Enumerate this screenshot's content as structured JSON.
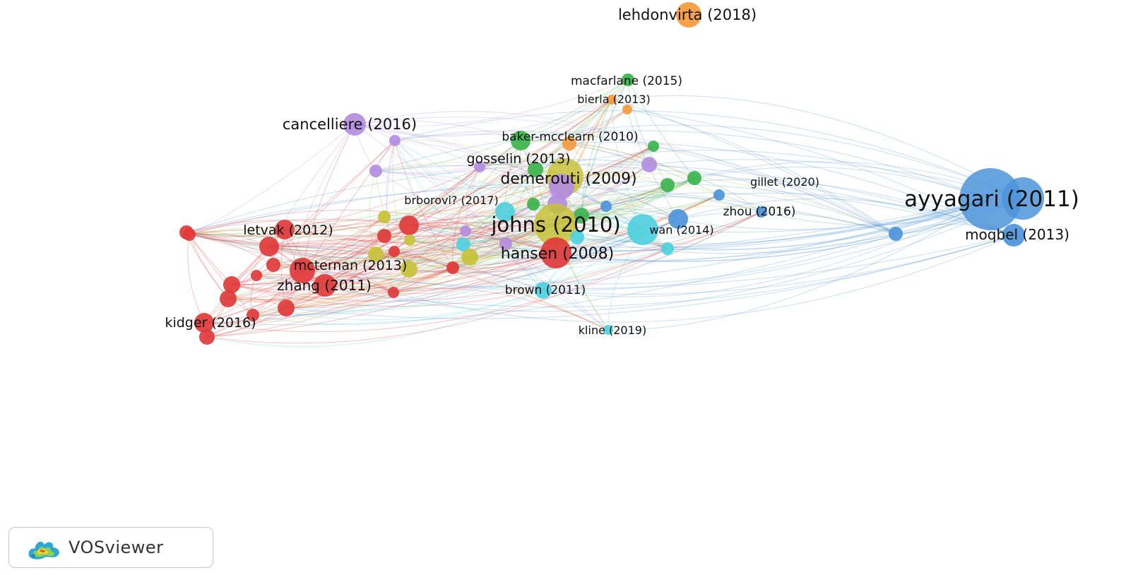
{
  "app": {
    "logo_text": "VOSviewer"
  },
  "clusters": {
    "red": "#e03a3a",
    "green": "#3cb44b",
    "blue": "#4d94d9",
    "yellow": "#c7c23a",
    "purple": "#b48ce0",
    "cyan": "#4fd0de",
    "orange": "#f59a3c"
  },
  "labels": {
    "lehdonvirta": "lehdonvirta (2018)",
    "macfarlane": "macfarlane (2015)",
    "bierla": "bierla (2013)",
    "cancelliere": "cancelliere (2016)",
    "baker_mcclearn": "baker-mcclearn (2010)",
    "gosselin": "gosselin (2013)",
    "demerouti": "demerouti (2009)",
    "gillet": "gillet (2020)",
    "ayyagari": "ayyagari (2011)",
    "brborovi": "brborovi? (2017)",
    "zhou": "zhou (2016)",
    "johns": "johns (2010)",
    "wan": "wan (2014)",
    "moqbel": "moqbel (2013)",
    "letvak": "letvak (2012)",
    "hansen": "hansen (2008)",
    "mcternan": "mcternan (2013)",
    "zhang": "zhang (2011)",
    "brown": "brown (2011)",
    "kidger": "kidger (2016)",
    "kline": "kline (2019)"
  }
}
